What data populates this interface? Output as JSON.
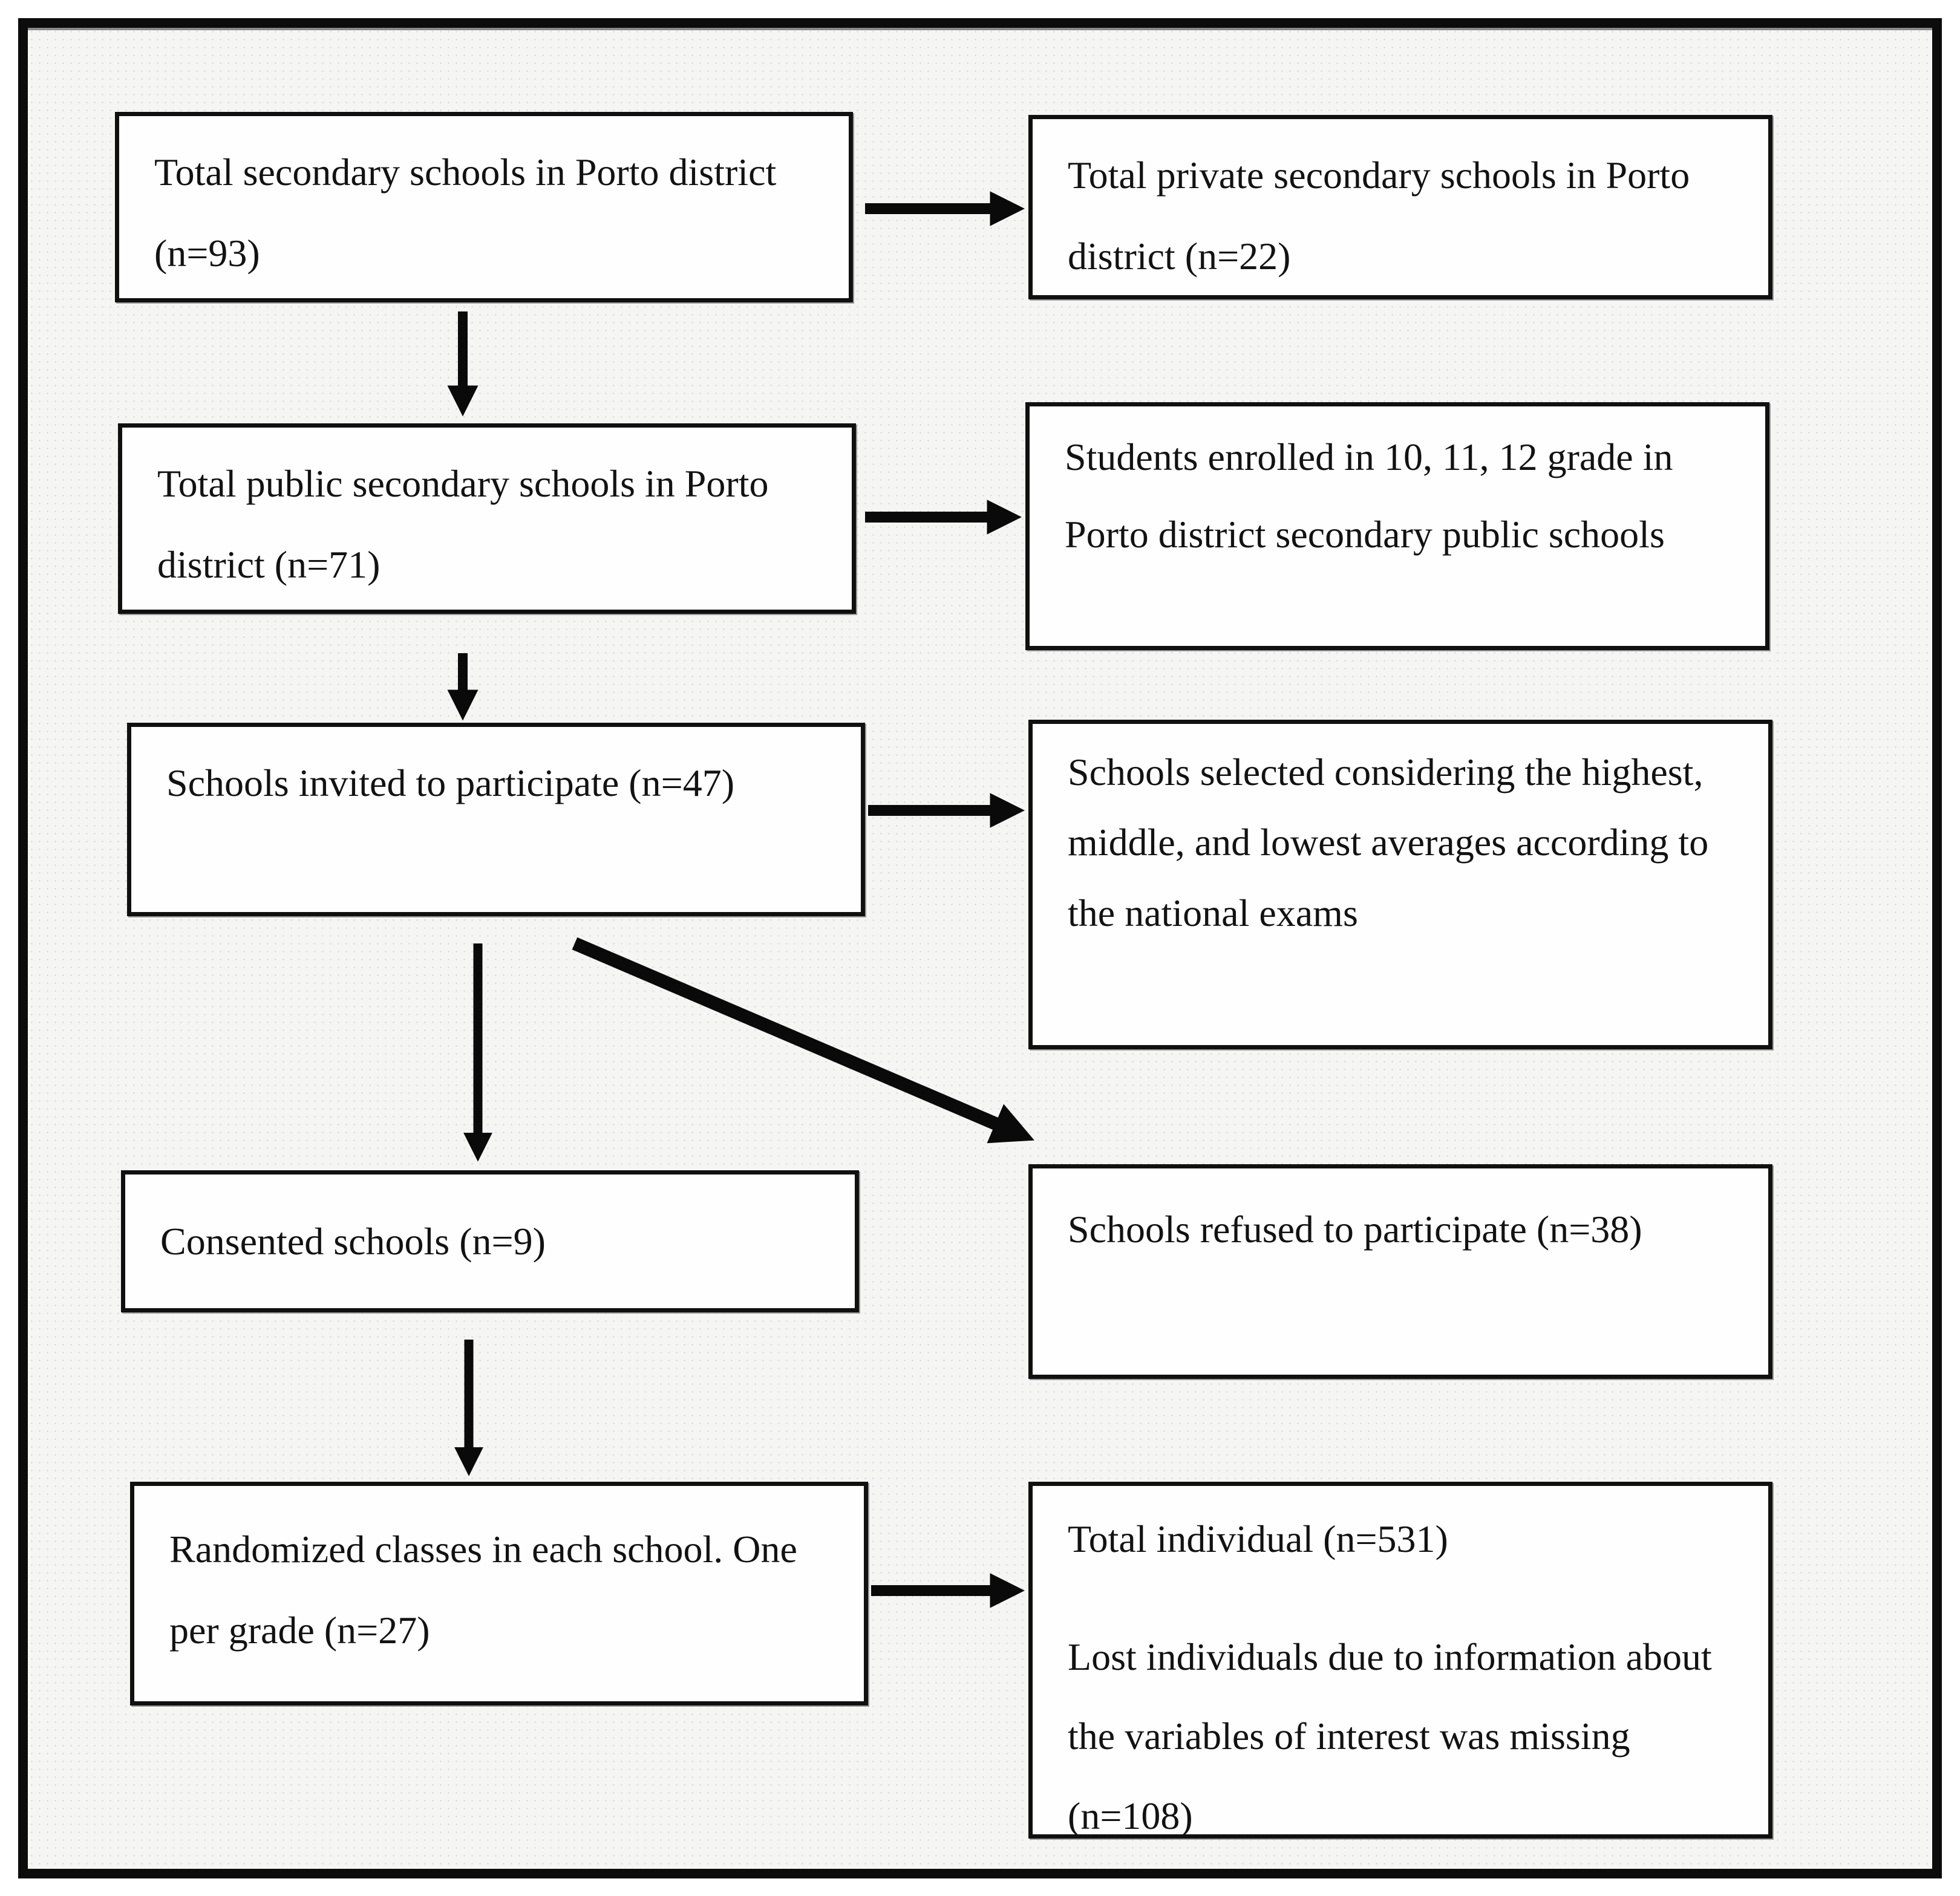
{
  "figure": {
    "type": "flowchart",
    "description": "School and student recruitment flow diagram, Porto district",
    "boxes": {
      "total_secondary": {
        "text": "Total secondary schools in Porto district (n=93)"
      },
      "private_secondary": {
        "text": "Total private secondary schools in Porto district (n=22)"
      },
      "public_secondary": {
        "text": "Total public secondary schools in Porto district (n=71)"
      },
      "students_enrolled": {
        "text": "Students enrolled in 10, 11, 12 grade in Porto district secondary public schools"
      },
      "invited": {
        "text": "Schools invited to participate (n=47)"
      },
      "selected": {
        "text": "Schools selected considering the highest, middle, and lowest averages according to the national exams"
      },
      "consented": {
        "text": "Consented schools (n=9)"
      },
      "refused": {
        "text": "Schools refused to participate (n=38)"
      },
      "randomized": {
        "text": "Randomized classes in each school. One per grade (n=27)"
      },
      "individuals": {
        "line1": "Total individual (n=531)",
        "line2": "Lost individuals due to information about the variables of interest was missing (n=108)"
      }
    },
    "counts": {
      "total_secondary": 93,
      "private_secondary": 22,
      "public_secondary": 71,
      "invited": 47,
      "consented": 9,
      "refused": 38,
      "randomized_classes": 27,
      "total_individuals": 531,
      "lost_individuals": 108
    },
    "colors": {
      "background": "#f5f5f3",
      "box_fill": "#fefefe",
      "border": "#101010",
      "arrow": "#0a0a0a",
      "text": "#121212"
    }
  }
}
